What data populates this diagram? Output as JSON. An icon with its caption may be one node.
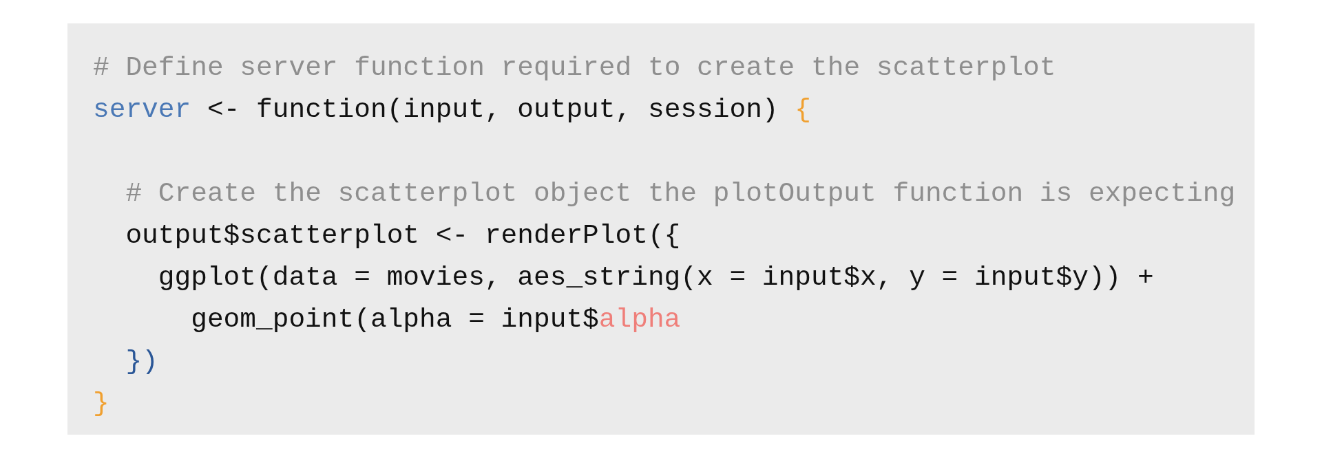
{
  "diagram": {
    "labels": [
      "# Define server function required to create the scatterplot",
      "server",
      "<- function(input, output, session)",
      "{",
      "# Create the scatterplot object the plotOutput function is expecting",
      "output$scatterplot <- renderPlot({",
      "ggplot(data = movies, aes_string(x = input$x, y = input$y)) +",
      "geom_point(alpha = input$",
      "alpha",
      "})",
      "}"
    ]
  }
}
